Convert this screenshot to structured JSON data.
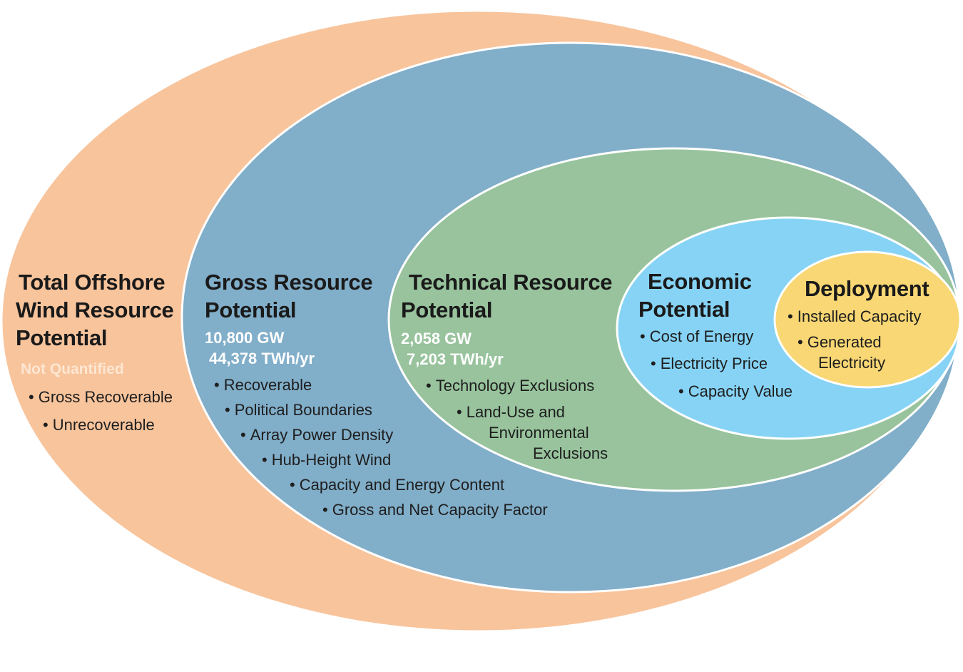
{
  "colors": {
    "outer": "#f8c49c",
    "gross": "#81aec9",
    "technical": "#98c39d",
    "economic": "#86d3f5",
    "deployment": "#f8d774",
    "stroke": "#ffffff"
  },
  "total": {
    "title_lines": [
      "Total Offshore",
      "Wind Resource",
      "Potential"
    ],
    "note": "Not Quantified",
    "bullets": [
      "Gross Recoverable",
      "Unrecoverable"
    ]
  },
  "gross": {
    "title_lines": [
      "Gross Resource",
      "Potential"
    ],
    "capacity": "10,800 GW",
    "energy": "44,378 TWh/yr",
    "bullets": [
      "Recoverable",
      "Political Boundaries",
      "Array Power Density",
      "Hub-Height Wind",
      "Capacity and Energy Content",
      "Gross and Net Capacity Factor"
    ]
  },
  "technical": {
    "title_lines": [
      "Technical Resource",
      "Potential"
    ],
    "capacity": "2,058 GW",
    "energy": "7,203 TWh/yr",
    "bullets": [
      "Technology Exclusions",
      "Land-Use and"
    ],
    "continuation": [
      "Environmental",
      "Exclusions"
    ]
  },
  "economic": {
    "title_lines": [
      "Economic",
      "Potential"
    ],
    "bullets": [
      "Cost of Energy",
      "Electricity Price",
      "Capacity Value"
    ]
  },
  "deployment": {
    "title": "Deployment",
    "bullets": [
      "Installed Capacity",
      "Generated"
    ],
    "continuation": "Electricity"
  },
  "bullet_char": "•"
}
